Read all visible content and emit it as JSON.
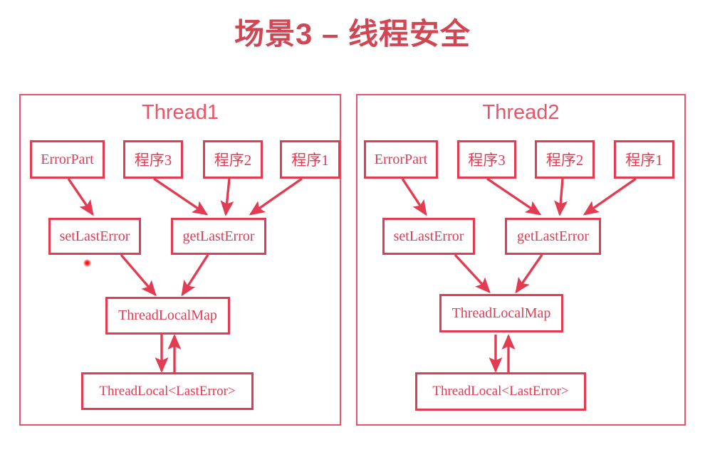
{
  "title": "场景3 – 线程安全",
  "colors": {
    "title": "#cf4755",
    "panel_border": "#e8546a",
    "node_border": "#e23b52",
    "node_text": "#e23b52",
    "arrow": "#e23b52",
    "background": "#ffffff",
    "laser_pointer": "#ff0000"
  },
  "panels": [
    {
      "id": "thread1",
      "title": "Thread1",
      "nodes": [
        {
          "key": "error_part",
          "label": "ErrorPart"
        },
        {
          "key": "program3",
          "label": "程序3"
        },
        {
          "key": "program2",
          "label": "程序2"
        },
        {
          "key": "program1",
          "label": "程序1"
        },
        {
          "key": "set_last",
          "label": "setLastError"
        },
        {
          "key": "get_last",
          "label": "getLastError"
        },
        {
          "key": "tl_map",
          "label": "ThreadLocalMap"
        },
        {
          "key": "thread_local",
          "label": "ThreadLocal<LastError>"
        }
      ],
      "edges": [
        {
          "from": "error_part",
          "to": "set_last",
          "direction": "one-way"
        },
        {
          "from": "program3",
          "to": "get_last",
          "direction": "one-way"
        },
        {
          "from": "program2",
          "to": "get_last",
          "direction": "one-way"
        },
        {
          "from": "program1",
          "to": "get_last",
          "direction": "one-way"
        },
        {
          "from": "set_last",
          "to": "tl_map",
          "direction": "one-way"
        },
        {
          "from": "get_last",
          "to": "tl_map",
          "direction": "one-way"
        },
        {
          "from": "tl_map",
          "to": "thread_local",
          "direction": "two-way"
        }
      ]
    },
    {
      "id": "thread2",
      "title": "Thread2",
      "nodes": [
        {
          "key": "error_part",
          "label": "ErrorPart"
        },
        {
          "key": "program3",
          "label": "程序3"
        },
        {
          "key": "program2",
          "label": "程序2"
        },
        {
          "key": "program1",
          "label": "程序1"
        },
        {
          "key": "set_last",
          "label": "setLastError"
        },
        {
          "key": "get_last",
          "label": "getLastError"
        },
        {
          "key": "tl_map",
          "label": "ThreadLocalMap"
        },
        {
          "key": "thread_local",
          "label": "ThreadLocal<LastError>"
        }
      ],
      "edges": [
        {
          "from": "error_part",
          "to": "set_last",
          "direction": "one-way"
        },
        {
          "from": "program3",
          "to": "get_last",
          "direction": "one-way"
        },
        {
          "from": "program2",
          "to": "get_last",
          "direction": "one-way"
        },
        {
          "from": "program1",
          "to": "get_last",
          "direction": "one-way"
        },
        {
          "from": "set_last",
          "to": "tl_map",
          "direction": "one-way"
        },
        {
          "from": "get_last",
          "to": "tl_map",
          "direction": "one-way"
        },
        {
          "from": "tl_map",
          "to": "thread_local",
          "direction": "two-way"
        }
      ]
    }
  ],
  "annotations": {
    "laser_pointer_label": "laser-pointer-dot"
  }
}
